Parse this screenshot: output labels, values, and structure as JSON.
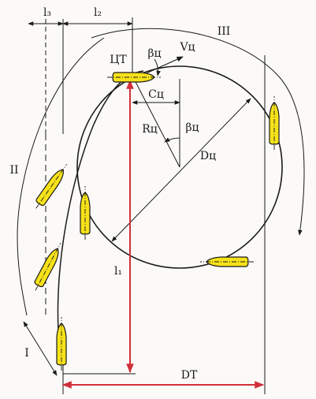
{
  "labels": {
    "l3": "l₃",
    "l2": "l₂",
    "III": "III",
    "II": "II",
    "I": "I",
    "CT": "ЦТ",
    "beta_top": "βц",
    "V": "Vц",
    "C": "Cц",
    "R": "Rц",
    "beta_center": "βц",
    "D_c": "Dц",
    "l1": "l₁",
    "D_T": "DТ"
  },
  "colors": {
    "ship_fill": "#f7e21a",
    "line": "#1a1a1a",
    "red_dimension": "#d1303a"
  }
}
